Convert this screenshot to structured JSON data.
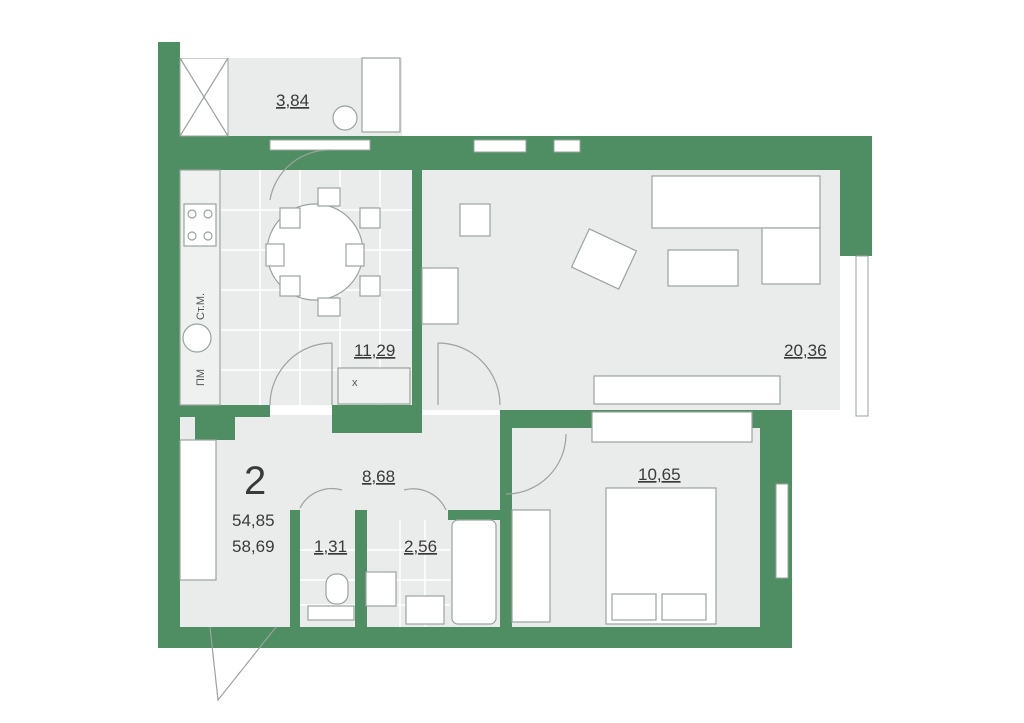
{
  "colors": {
    "wall": "#4f8e62",
    "floor": "#e9ecea",
    "tile_line": "#ffffff",
    "furniture": "#9aa39d"
  },
  "rooms": {
    "balcony": "3,84",
    "kitchen": "11,29",
    "living": "20,36",
    "hall": "8,68",
    "wc": "1,31",
    "bath": "2,56",
    "bedroom": "10,65"
  },
  "apartment": {
    "rooms_count": "2",
    "living_area": "54,85",
    "total_area": "58,69"
  },
  "kitchen_labels": {
    "stove_marker": "Ст.М.",
    "dishwasher_marker": "ПМ",
    "cross_marker": "x"
  }
}
